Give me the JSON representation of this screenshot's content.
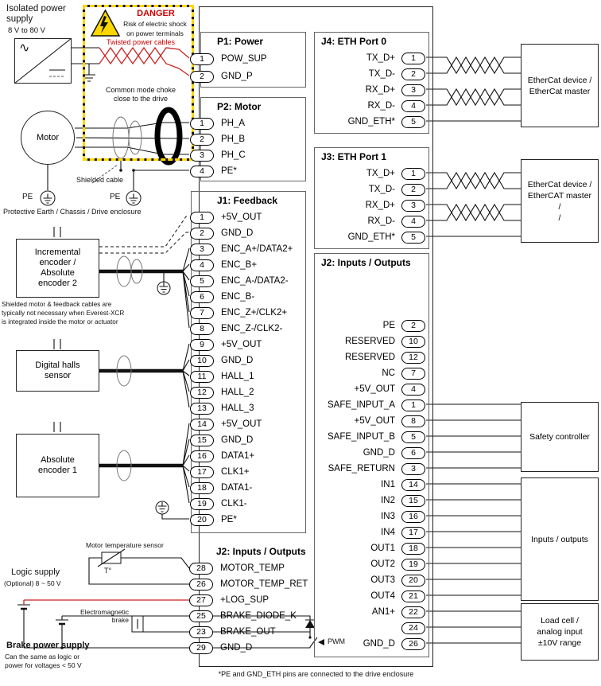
{
  "colors": {
    "wire_red": "#cc2222",
    "danger_red": "#cc0000",
    "warning_yellow": "#ffd700"
  },
  "drive": {
    "footnote": "*PE and GND_ETH pins are connected to the drive enclosure"
  },
  "left": {
    "isolated_supply_title": "Isolated power\nsupply",
    "isolated_supply_range": "8 V to 80 V",
    "ac_glyph": "∿",
    "danger_title": "DANGER",
    "danger_line1": "Risk of electric shock",
    "danger_line2": "on power terminals",
    "twisted_cables": "Twisted power cables",
    "choke_note": "Common mode choke\nclose to the drive",
    "motor": "Motor",
    "shielded_cable": "Shielded cable",
    "pe1": "PE",
    "pe2": "PE",
    "protective_earth": "Protective Earth / Chassis / Drive enclosure",
    "encoder2": "Incremental\nencoder /\nAbsolute\nencoder 2",
    "shield_note": "Shielded motor & feedback cables are\ntypically not necessary when Everest-XCR\nis integrated inside the motor or actuator",
    "halls": "Digital halls\nsensor",
    "encoder1": "Absolute\nencoder 1",
    "motor_temp": "Motor temperature sensor",
    "thermistor": "T°",
    "logic_supply": "Logic supply",
    "logic_supply_sub": "(Optional) 8 ~ 50 V",
    "em_brake": "Electromagnetic\nbrake",
    "brake_supply": "Brake power supply",
    "brake_supply_sub": "Can the same as logic or\npower for voltages < 50 V",
    "pwm": "PWM"
  },
  "connectors": {
    "p1": {
      "title": "P1: Power",
      "pins": [
        {
          "num": "1",
          "label": "POW_SUP"
        },
        {
          "num": "2",
          "label": "GND_P"
        }
      ]
    },
    "p2": {
      "title": "P2: Motor",
      "pins": [
        {
          "num": "1",
          "label": "PH_A"
        },
        {
          "num": "2",
          "label": "PH_B"
        },
        {
          "num": "3",
          "label": "PH_C"
        },
        {
          "num": "4",
          "label": "PE*"
        }
      ]
    },
    "j1": {
      "title": "J1: Feedback",
      "pins": [
        {
          "num": "1",
          "label": "+5V_OUT"
        },
        {
          "num": "2",
          "label": "GND_D"
        },
        {
          "num": "3",
          "label": "ENC_A+/DATA2+"
        },
        {
          "num": "4",
          "label": "ENC_B+"
        },
        {
          "num": "5",
          "label": "ENC_A-/DATA2-"
        },
        {
          "num": "6",
          "label": "ENC_B-"
        },
        {
          "num": "7",
          "label": "ENC_Z+/CLK2+"
        },
        {
          "num": "8",
          "label": "ENC_Z-/CLK2-"
        },
        {
          "num": "9",
          "label": "+5V_OUT"
        },
        {
          "num": "10",
          "label": "GND_D"
        },
        {
          "num": "11",
          "label": "HALL_1"
        },
        {
          "num": "12",
          "label": "HALL_2"
        },
        {
          "num": "13",
          "label": "HALL_3"
        },
        {
          "num": "14",
          "label": "+5V_OUT"
        },
        {
          "num": "15",
          "label": "GND_D"
        },
        {
          "num": "16",
          "label": "DATA1+"
        },
        {
          "num": "17",
          "label": "CLK1+"
        },
        {
          "num": "18",
          "label": "DATA1-"
        },
        {
          "num": "19",
          "label": "CLK1-"
        },
        {
          "num": "20",
          "label": "PE*"
        }
      ]
    },
    "j2_left": {
      "title": "J2: Inputs / Outputs",
      "pins": [
        {
          "num": "28",
          "label": "MOTOR_TEMP"
        },
        {
          "num": "26",
          "label": "MOTOR_TEMP_RET"
        },
        {
          "num": "27",
          "label": "+LOG_SUP"
        },
        {
          "num": "25",
          "label": "BRAKE_DIODE_K"
        },
        {
          "num": "23",
          "label": "BRAKE_OUT"
        },
        {
          "num": "29",
          "label": "GND_D"
        }
      ]
    },
    "j4": {
      "title": "J4: ETH Port 0",
      "pins": [
        {
          "num": "1",
          "label": "TX_D+"
        },
        {
          "num": "2",
          "label": "TX_D-"
        },
        {
          "num": "3",
          "label": "RX_D+"
        },
        {
          "num": "4",
          "label": "RX_D-"
        },
        {
          "num": "5",
          "label": "GND_ETH*"
        }
      ]
    },
    "j3": {
      "title": "J3: ETH Port 1",
      "pins": [
        {
          "num": "1",
          "label": "TX_D+"
        },
        {
          "num": "2",
          "label": "TX_D-"
        },
        {
          "num": "3",
          "label": "RX_D+"
        },
        {
          "num": "4",
          "label": "RX_D-"
        },
        {
          "num": "5",
          "label": "GND_ETH*"
        }
      ]
    },
    "j2_right": {
      "title": "J2: Inputs / Outputs",
      "pins": [
        {
          "num": "2",
          "label": "PE"
        },
        {
          "num": "10",
          "label": "RESERVED"
        },
        {
          "num": "12",
          "label": "RESERVED"
        },
        {
          "num": "7",
          "label": "NC"
        },
        {
          "num": "4",
          "label": "+5V_OUT"
        },
        {
          "num": "1",
          "label": "SAFE_INPUT_A"
        },
        {
          "num": "8",
          "label": "+5V_OUT"
        },
        {
          "num": "5",
          "label": "SAFE_INPUT_B"
        },
        {
          "num": "6",
          "label": "GND_D"
        },
        {
          "num": "3",
          "label": "SAFE_RETURN"
        },
        {
          "num": "14",
          "label": "IN1"
        },
        {
          "num": "15",
          "label": "IN2"
        },
        {
          "num": "16",
          "label": "IN3"
        },
        {
          "num": "17",
          "label": "IN4"
        },
        {
          "num": "18",
          "label": "OUT1"
        },
        {
          "num": "19",
          "label": "OUT2"
        },
        {
          "num": "20",
          "label": "OUT3"
        },
        {
          "num": "21",
          "label": "OUT4"
        },
        {
          "num": "22",
          "label": "AN1+"
        },
        {
          "num": "24",
          "label": ""
        },
        {
          "num": "26",
          "label": "GND_D"
        }
      ]
    }
  },
  "devices": {
    "ethercat0": "EtherCat device /\nEtherCat master",
    "ethercat1": "EtherCat device /\nEtherCAT master\n/\n/",
    "safety": "Safety controller",
    "io": "Inputs / outputs",
    "loadcell": "Load cell /\nanalog input\n±10V range"
  }
}
